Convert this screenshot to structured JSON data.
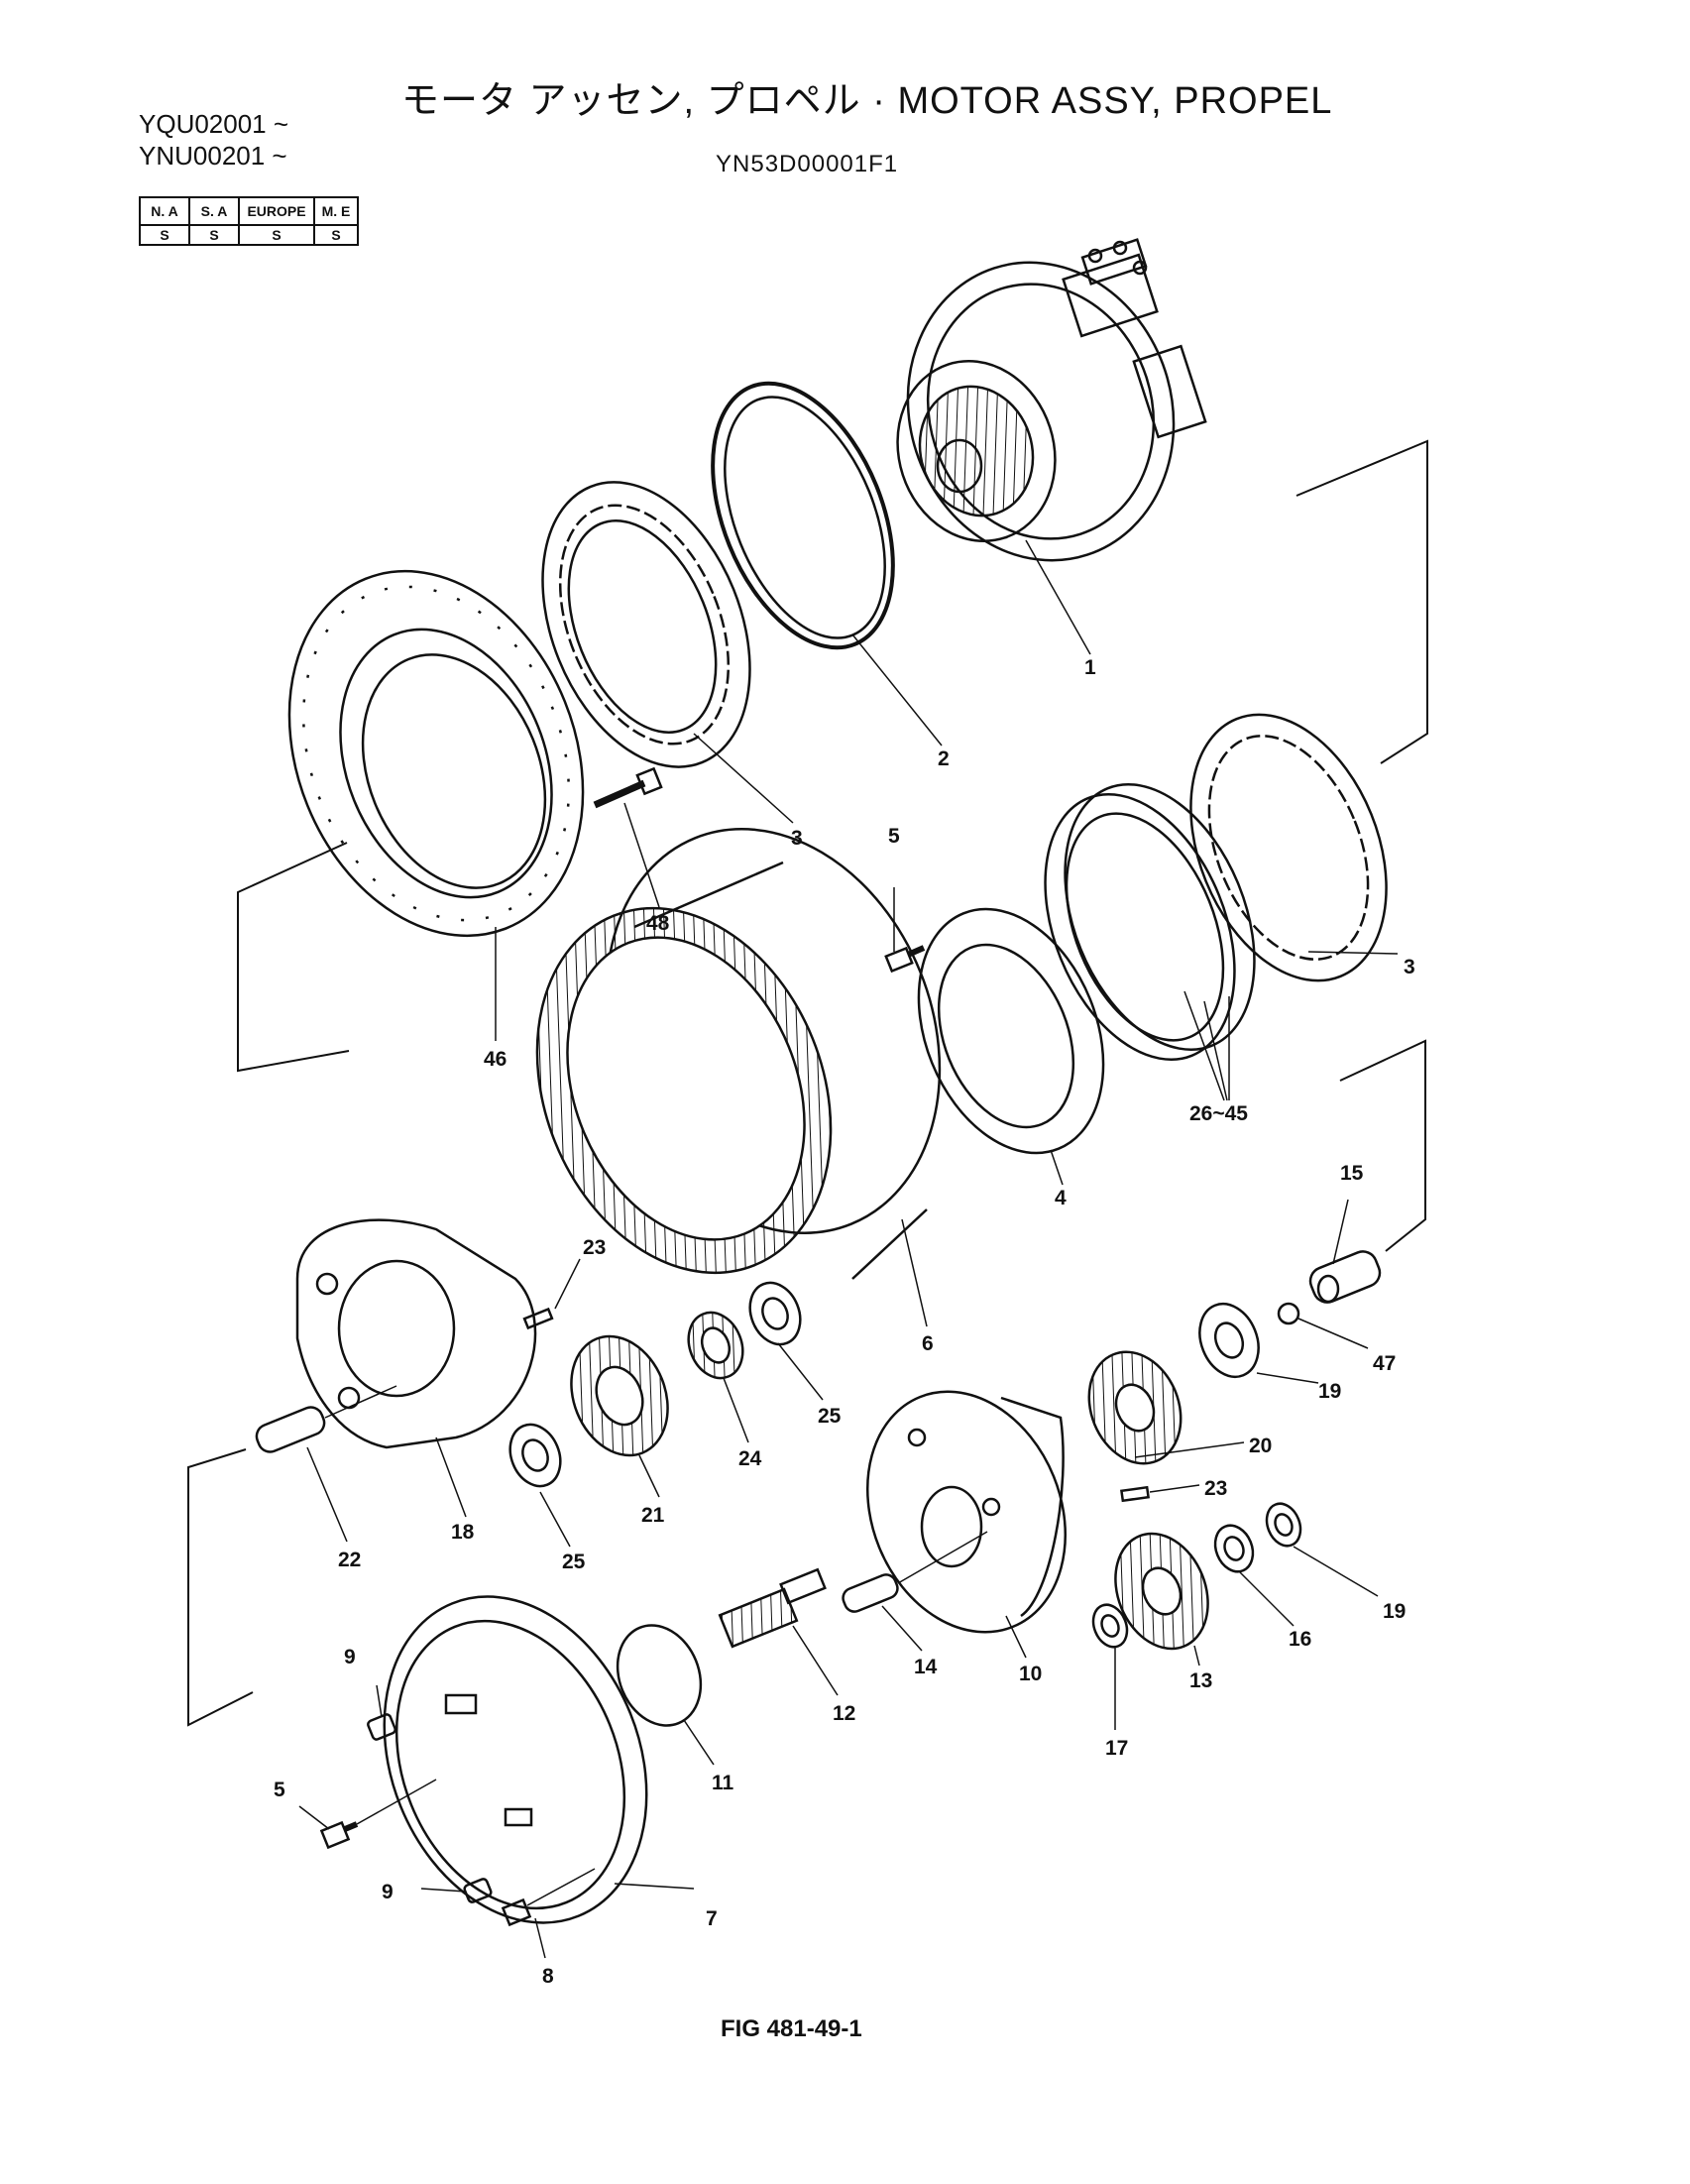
{
  "header": {
    "title": "モータ アッセン, プロペル · MOTOR ASSY, PROPEL",
    "serials": [
      "YQU02001 ~",
      "YNU00201 ~"
    ],
    "drawing_number": "YN53D00001F1"
  },
  "market_table": {
    "regions": [
      "N. A",
      "S. A",
      "EUROPE",
      "M. E"
    ],
    "codes": [
      "S",
      "S",
      "S",
      "S"
    ]
  },
  "callouts": [
    {
      "id": "c1",
      "text": "1"
    },
    {
      "id": "c2",
      "text": "2"
    },
    {
      "id": "c3a",
      "text": "3"
    },
    {
      "id": "c3b",
      "text": "3"
    },
    {
      "id": "c4",
      "text": "4"
    },
    {
      "id": "c5a",
      "text": "5"
    },
    {
      "id": "c5b",
      "text": "5"
    },
    {
      "id": "c6",
      "text": "6"
    },
    {
      "id": "c7",
      "text": "7"
    },
    {
      "id": "c8",
      "text": "8"
    },
    {
      "id": "c9a",
      "text": "9"
    },
    {
      "id": "c9b",
      "text": "9"
    },
    {
      "id": "c10",
      "text": "10"
    },
    {
      "id": "c11",
      "text": "11"
    },
    {
      "id": "c12",
      "text": "12"
    },
    {
      "id": "c13",
      "text": "13"
    },
    {
      "id": "c14",
      "text": "14"
    },
    {
      "id": "c15",
      "text": "15"
    },
    {
      "id": "c16",
      "text": "16"
    },
    {
      "id": "c17",
      "text": "17"
    },
    {
      "id": "c18",
      "text": "18"
    },
    {
      "id": "c19a",
      "text": "19"
    },
    {
      "id": "c19b",
      "text": "19"
    },
    {
      "id": "c20",
      "text": "20"
    },
    {
      "id": "c21",
      "text": "21"
    },
    {
      "id": "c22",
      "text": "22"
    },
    {
      "id": "c23a",
      "text": "23"
    },
    {
      "id": "c23b",
      "text": "23"
    },
    {
      "id": "c24",
      "text": "24"
    },
    {
      "id": "c25a",
      "text": "25"
    },
    {
      "id": "c25b",
      "text": "25"
    },
    {
      "id": "c26",
      "text": "26~45"
    },
    {
      "id": "c46",
      "text": "46"
    },
    {
      "id": "c47",
      "text": "47"
    },
    {
      "id": "c48",
      "text": "48"
    }
  ],
  "footer": {
    "figure_number": "FIG 481-49-1"
  }
}
